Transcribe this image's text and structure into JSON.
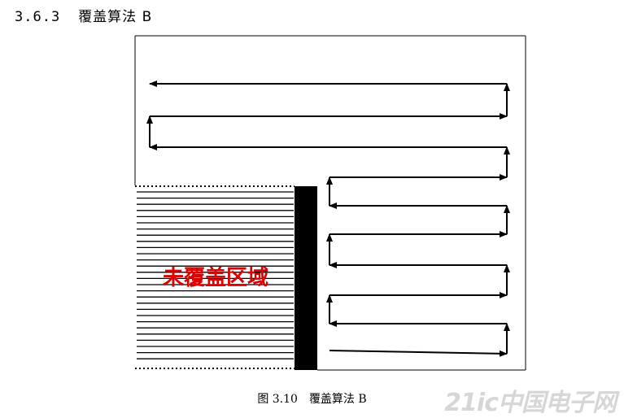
{
  "heading": {
    "number": "3.6.3",
    "title": "覆盖算法 B"
  },
  "diagram": {
    "uncovered_label": "未覆盖区域",
    "colors": {
      "line": "#000000",
      "label": "#e00000",
      "frame": "#000000"
    }
  },
  "caption": {
    "number": "图 3.10",
    "title": "覆盖算法 B"
  },
  "watermark": "21ic中国电子网"
}
